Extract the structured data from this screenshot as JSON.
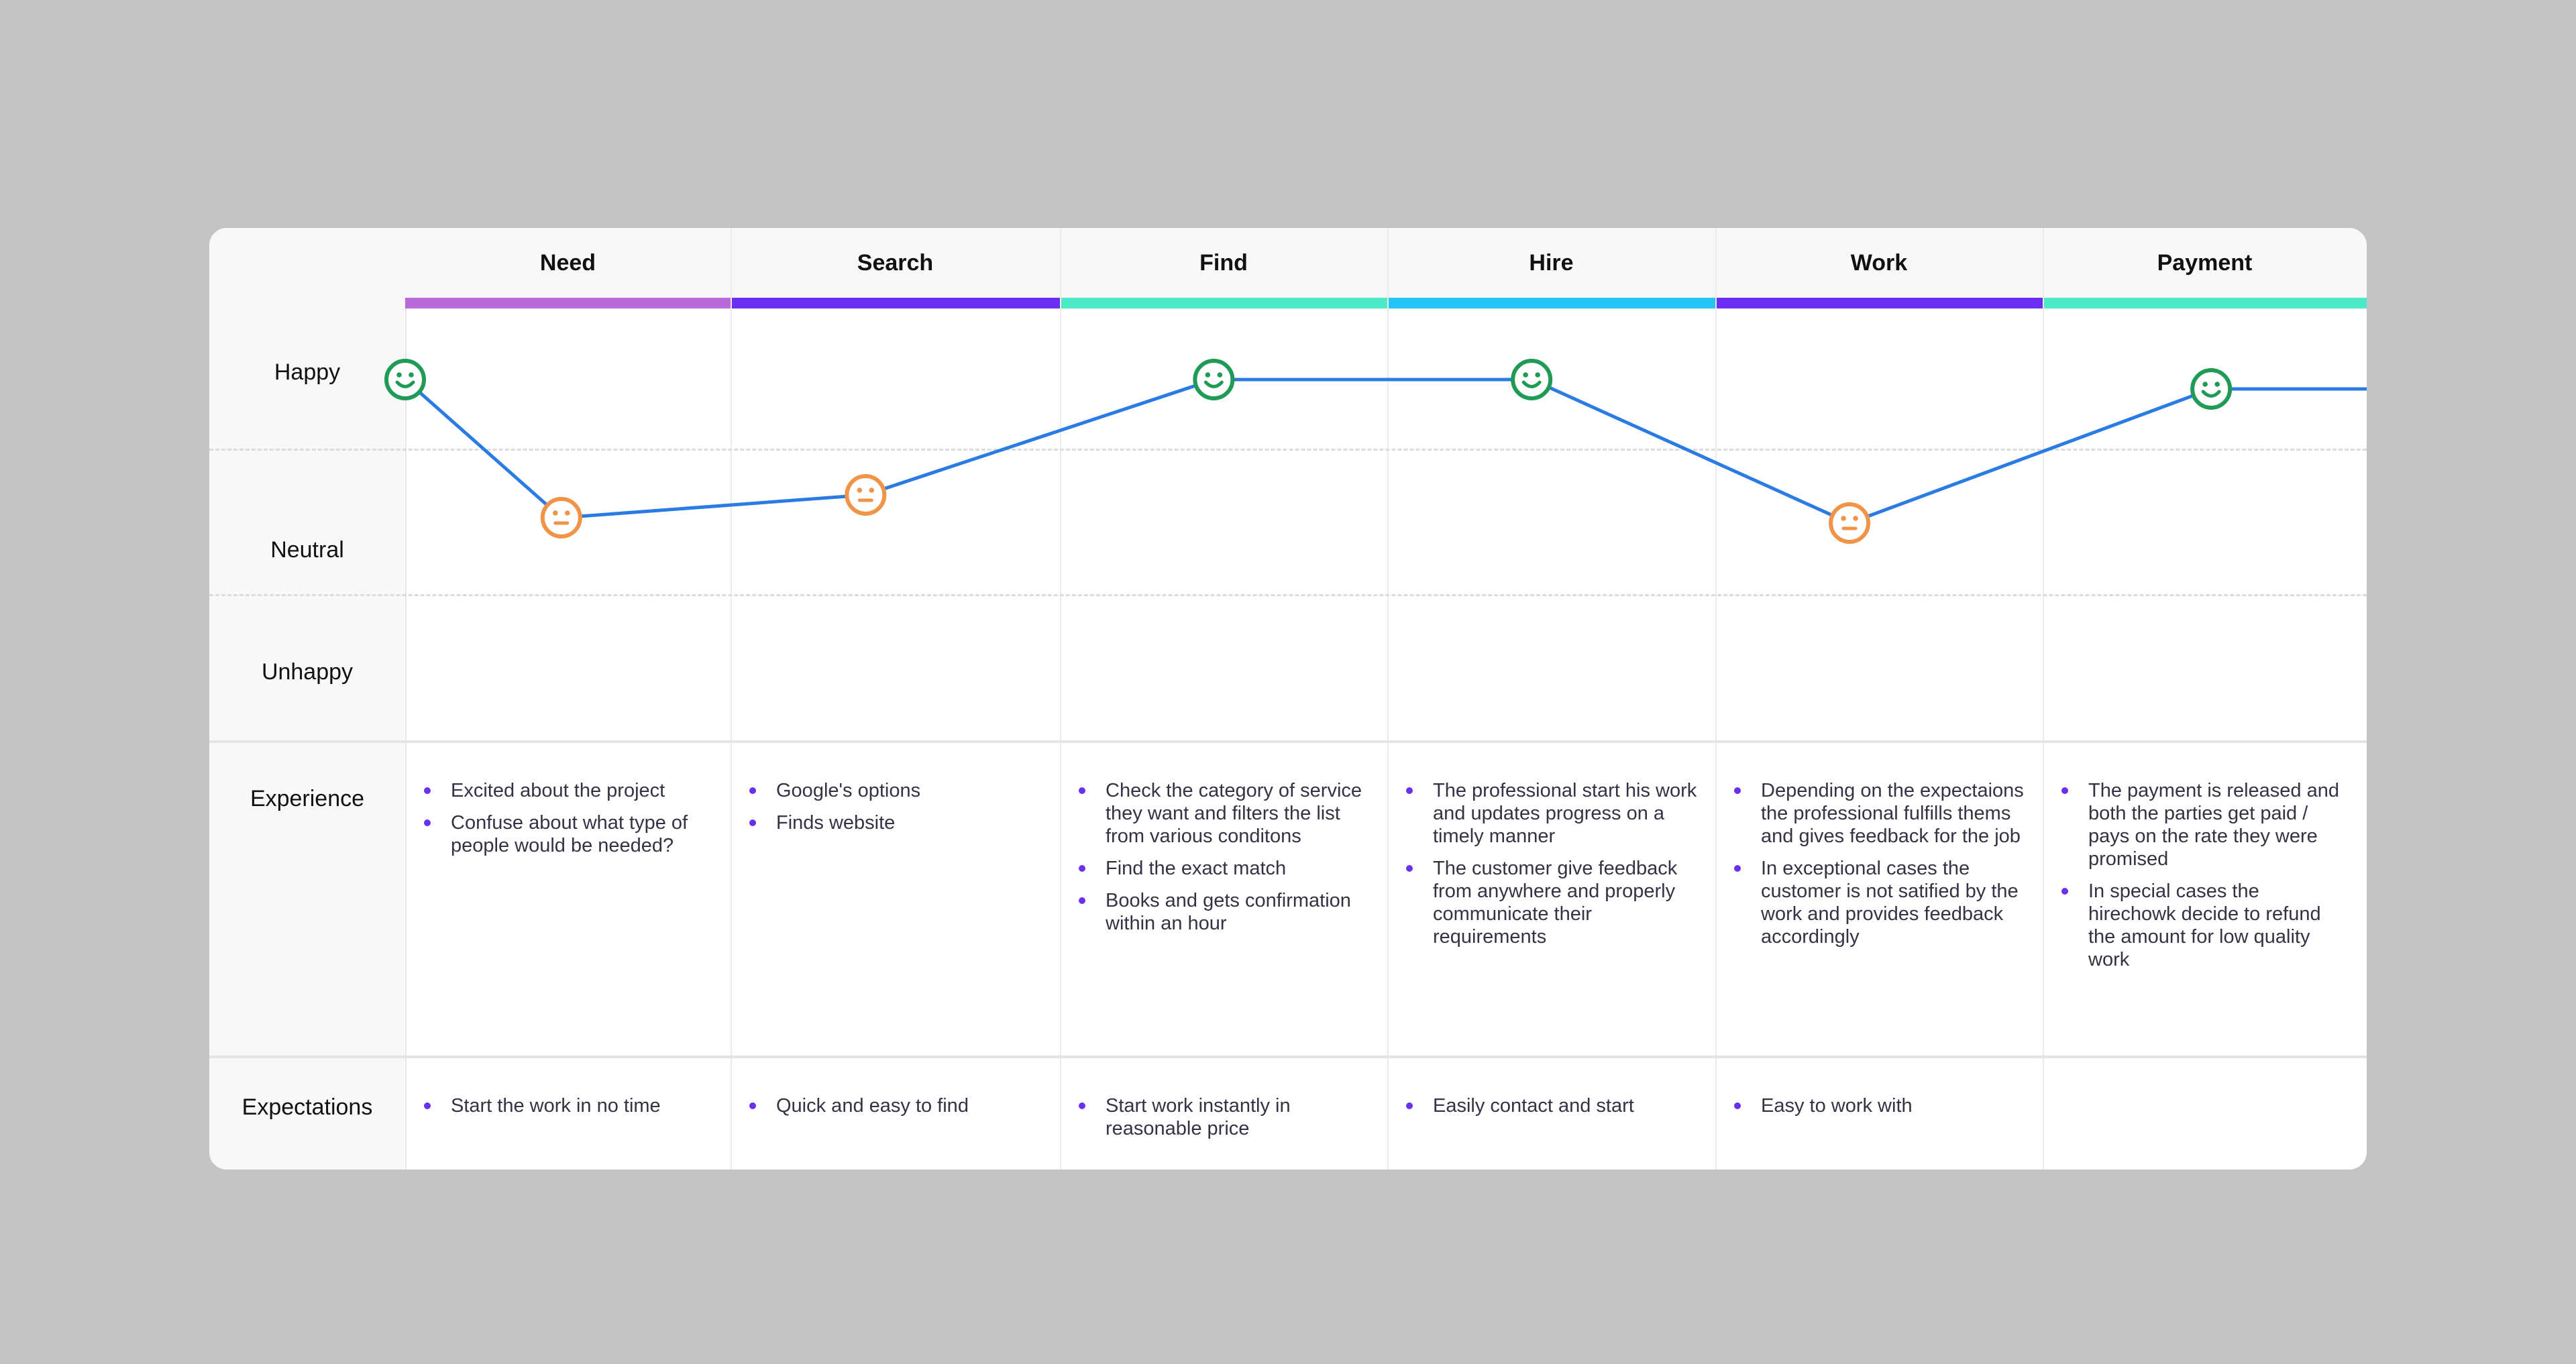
{
  "row_labels": {
    "happy": "Happy",
    "neutral": "Neutral",
    "unhappy": "Unhappy",
    "experience": "Experience",
    "expectations": "Expectations"
  },
  "stages": [
    {
      "name": "Need",
      "color": "#b86ad8"
    },
    {
      "name": "Search",
      "color": "#6a2ff0"
    },
    {
      "name": "Find",
      "color": "#4ee9c7"
    },
    {
      "name": "Hire",
      "color": "#25c4f8"
    },
    {
      "name": "Work",
      "color": "#6a2ff0"
    },
    {
      "name": "Payment",
      "color": "#4ee9c7"
    }
  ],
  "experience": [
    [
      "Excited about the project",
      "Confuse about what type of people would be needed?"
    ],
    [
      "Google's options",
      "Finds website"
    ],
    [
      "Check the category of service they want and filters the list from various conditons",
      "Find the exact match",
      "Books and gets confirmation within an hour"
    ],
    [
      "The professional start his work and updates progress on a timely manner",
      "The customer give feedback from anywhere and properly communicate their requirements"
    ],
    [
      "Depending on the expectaions the professional fulfills thems and gives feedback for the job",
      "In exceptional cases the customer is not satified by the work and provides feedback accordingly"
    ],
    [
      "The payment is released and both the parties get paid / pays on the rate they were promised",
      "In special cases the hirechowk decide to refund the amount for low quality work"
    ]
  ],
  "expectations": [
    [
      "Start the work in no time"
    ],
    [
      "Quick and easy to find"
    ],
    [
      "Start work instantly in reasonable price"
    ],
    [
      "Easily contact and start"
    ],
    [
      "Easy to work with"
    ],
    []
  ],
  "chart_data": {
    "type": "line",
    "y_levels": [
      "Unhappy",
      "Neutral",
      "Happy"
    ],
    "points": [
      {
        "stage": "Need",
        "mood": "Happy"
      },
      {
        "stage": "Need",
        "mood": "Neutral"
      },
      {
        "stage": "Search",
        "mood": "Neutral"
      },
      {
        "stage": "Find",
        "mood": "Happy"
      },
      {
        "stage": "Hire",
        "mood": "Happy"
      },
      {
        "stage": "Work",
        "mood": "Neutral"
      },
      {
        "stage": "Payment",
        "mood": "Happy"
      }
    ],
    "line_color": "#2a7be4",
    "happy_color": "#1f9b55",
    "neutral_color": "#f19447"
  }
}
